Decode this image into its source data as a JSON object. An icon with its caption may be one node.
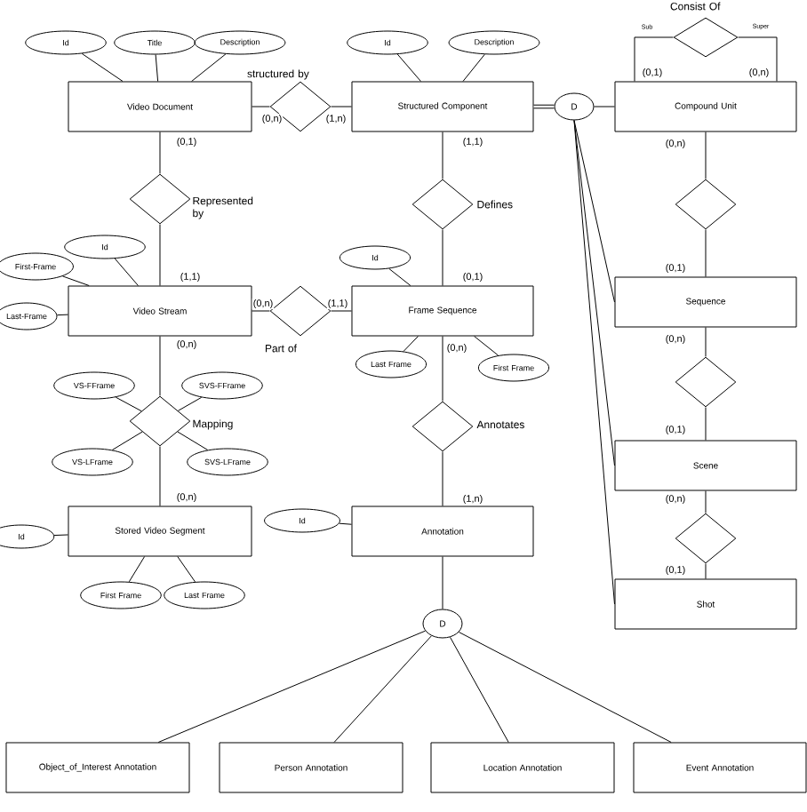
{
  "diagram": {
    "nodes": [
      {
        "text": [
          "Id"
        ]
      },
      {
        "text": [
          "Title"
        ]
      },
      {
        "text": [
          "Description"
        ]
      },
      {
        "text": [
          "Id"
        ]
      },
      {
        "text": [
          "Description"
        ]
      },
      {
        "text": [],
        "shape": "diamond",
        "beside": [
          "Consist Of"
        ]
      },
      {
        "text": [
          "Video Document"
        ]
      },
      {
        "text": [],
        "shape": "diamond",
        "beside": [
          "structured by"
        ]
      },
      {
        "text": [
          "Structured Component"
        ]
      },
      {
        "text": [
          "D"
        ]
      },
      {
        "text": [
          "Compound Unit"
        ]
      },
      {
        "text": [],
        "shape": "diamond",
        "beside": [
          "Represented by"
        ]
      },
      {
        "text": [],
        "shape": "diamond",
        "beside": [
          "Defines"
        ]
      },
      {
        "text": [],
        "shape": "diamond"
      },
      {
        "text": [
          "Id"
        ]
      },
      {
        "text": [
          "First-Frame"
        ]
      },
      {
        "text": [
          "Last-Frame"
        ]
      },
      {
        "text": [
          "Id"
        ]
      },
      {
        "text": [
          "Video Stream"
        ]
      },
      {
        "text": [],
        "shape": "diamond",
        "beside": [
          "Part of"
        ]
      },
      {
        "text": [
          "Frame Sequence"
        ]
      },
      {
        "text": [
          "Sequence"
        ]
      },
      {
        "text": [
          "Last Frame"
        ]
      },
      {
        "text": [
          "First Frame"
        ]
      },
      {
        "text": [
          "VS-FFrame"
        ]
      },
      {
        "text": [
          "SVS-FFrame"
        ]
      },
      {
        "text": [],
        "shape": "diamond",
        "beside": [
          "Mapping"
        ]
      },
      {
        "text": [
          "VS-LFrame"
        ]
      },
      {
        "text": [
          "SVS-LFrame"
        ]
      },
      {
        "text": [],
        "shape": "diamond",
        "beside": [
          "Annotates"
        ]
      },
      {
        "text": [],
        "shape": "diamond"
      },
      {
        "text": [
          "Scene"
        ]
      },
      {
        "text": [
          "Id"
        ]
      },
      {
        "text": [
          "Stored Video Segment"
        ]
      },
      {
        "text": [
          "Id"
        ]
      },
      {
        "text": [
          "Annotation"
        ]
      },
      {
        "text": [],
        "shape": "diamond"
      },
      {
        "text": [
          "Shot"
        ]
      },
      {
        "text": [
          "First Frame"
        ]
      },
      {
        "text": [
          "Last Frame"
        ]
      },
      {
        "text": [
          "D"
        ]
      },
      {
        "text": [
          "Object_of_Interest Annotation"
        ]
      },
      {
        "text": [
          "Person Annotation"
        ]
      },
      {
        "text": [
          "Location Annotation"
        ]
      },
      {
        "text": [
          "Event Annotation"
        ]
      }
    ],
    "edges": [
      {
        "from": 6,
        "to": 7,
        "arrow": "none",
        "label": "(0,n)"
      },
      {
        "from": 7,
        "to": 8,
        "arrow": "none",
        "label": "(1,n)"
      },
      {
        "from": 6,
        "to": 11,
        "arrow": "none",
        "label": "(0,1)"
      },
      {
        "from": 11,
        "to": 18,
        "arrow": "none",
        "label": "(1,1)"
      },
      {
        "from": 18,
        "to": 19,
        "arrow": "none",
        "label": "(0,n)"
      },
      {
        "from": 19,
        "to": 20,
        "arrow": "none",
        "label": "(1,1)"
      },
      {
        "from": 8,
        "to": 12,
        "arrow": "none",
        "label": "(1,1)"
      },
      {
        "from": 12,
        "to": 20,
        "arrow": "none",
        "label": "(0,1)"
      },
      {
        "from": 18,
        "to": 26,
        "arrow": "none",
        "label": "(0,n)"
      },
      {
        "from": 26,
        "to": 33,
        "arrow": "none",
        "label": "(0,n)"
      },
      {
        "from": 20,
        "to": 29,
        "arrow": "none",
        "label": "(0,n)"
      },
      {
        "from": 29,
        "to": 35,
        "arrow": "none",
        "label": "(1,n)"
      },
      {
        "from": 5,
        "to": 10,
        "arrow": "none",
        "label": "(0,1)"
      },
      {
        "from": 5,
        "to": 10,
        "arrow": "none",
        "label": "(0,n)"
      },
      {
        "from": 10,
        "to": 13,
        "arrow": "none",
        "label": "(0,n)"
      },
      {
        "from": 13,
        "to": 21,
        "arrow": "none",
        "label": "(0,1)"
      },
      {
        "from": 21,
        "to": 30,
        "arrow": "none",
        "label": "(0,n)"
      },
      {
        "from": 30,
        "to": 31,
        "arrow": "none",
        "label": "(0,1)"
      },
      {
        "from": 31,
        "to": 36,
        "arrow": "none",
        "label": "(0,n)"
      },
      {
        "from": 36,
        "to": 37,
        "arrow": "none",
        "label": "(0,1)"
      },
      {
        "from": 8,
        "to": 9,
        "arrow": "none",
        "style": "thick"
      },
      {
        "from": 9,
        "to": 10,
        "arrow": "none"
      },
      {
        "from": 9,
        "to": 21,
        "arrow": "none"
      },
      {
        "from": 9,
        "to": 31,
        "arrow": "none"
      },
      {
        "from": 9,
        "to": 37,
        "arrow": "none"
      },
      {
        "from": 35,
        "to": 40,
        "arrow": "none"
      },
      {
        "from": 40,
        "to": 41,
        "arrow": "none"
      },
      {
        "from": 40,
        "to": 42,
        "arrow": "none"
      },
      {
        "from": 40,
        "to": 43,
        "arrow": "none"
      },
      {
        "from": 40,
        "to": 44,
        "arrow": "none"
      },
      {
        "from": 0,
        "to": 6,
        "arrow": "none"
      },
      {
        "from": 1,
        "to": 6,
        "arrow": "none"
      },
      {
        "from": 2,
        "to": 6,
        "arrow": "none"
      },
      {
        "from": 3,
        "to": 8,
        "arrow": "none"
      },
      {
        "from": 4,
        "to": 8,
        "arrow": "none"
      },
      {
        "from": 14,
        "to": 18,
        "arrow": "none"
      },
      {
        "from": 15,
        "to": 18,
        "arrow": "none"
      },
      {
        "from": 16,
        "to": 18,
        "arrow": "none"
      },
      {
        "from": 17,
        "to": 20,
        "arrow": "none"
      },
      {
        "from": 20,
        "to": 22,
        "arrow": "none"
      },
      {
        "from": 20,
        "to": 23,
        "arrow": "none"
      },
      {
        "from": 24,
        "to": 26,
        "arrow": "none"
      },
      {
        "from": 25,
        "to": 26,
        "arrow": "none"
      },
      {
        "from": 27,
        "to": 26,
        "arrow": "none"
      },
      {
        "from": 28,
        "to": 26,
        "arrow": "none"
      },
      {
        "from": 32,
        "to": 33,
        "arrow": "none"
      },
      {
        "from": 33,
        "to": 38,
        "arrow": "none"
      },
      {
        "from": 33,
        "to": 39,
        "arrow": "none"
      },
      {
        "from": 34,
        "to": 35,
        "arrow": "none"
      }
    ],
    "labels": [
      "Sub",
      "Super"
    ]
  }
}
